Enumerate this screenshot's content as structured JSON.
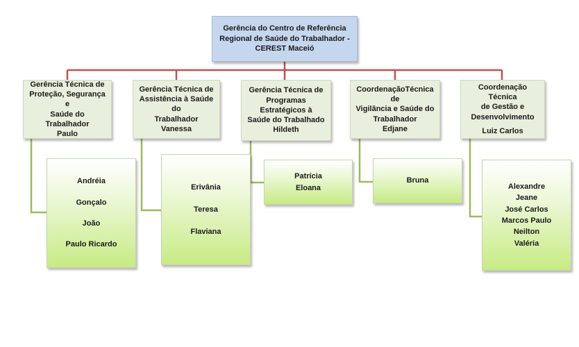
{
  "root": {
    "lines": [
      "Gerência  do  Centro de Referência",
      "Regional de Saúde do Trabalhador -",
      "CEREST Maceió"
    ]
  },
  "units": [
    {
      "title_lines": [
        "Gerência Técnica de",
        "Proteção, Segurança e",
        "Saúde do Trabalhador"
      ],
      "head": "Paulo",
      "members": [
        "Andréia",
        "Gonçalo",
        "João",
        "Paulo Ricardo"
      ]
    },
    {
      "title_lines": [
        "Gerência Técnica  de",
        "Assistência à Saúde do",
        "Trabalhador"
      ],
      "head": "Vanessa",
      "members": [
        "Erivânia",
        "Teresa",
        "Flaviana"
      ]
    },
    {
      "title_lines": [
        "Gerência Técnica de",
        "Programas Estratégicos à",
        "Saúde do Trabalhado"
      ],
      "head": "Hildeth",
      "members": [
        "Patrícia",
        "Eloana"
      ]
    },
    {
      "title_lines": [
        "CoordenaçãoTécnica de",
        "Vigilância e Saúde do",
        "Trabalhador"
      ],
      "head": "Edjane",
      "members": [
        "Bruna"
      ]
    },
    {
      "title_lines": [
        "Coordenação Técnica",
        "de Gestão e",
        "Desenvolvimento"
      ],
      "head": "Luiz Carlos",
      "members": [
        "Alexandre",
        "Jeane",
        "José Carlos",
        "Marcos Paulo",
        "Neilton",
        "Valéria"
      ]
    }
  ],
  "colors": {
    "connector_top": "#c0504d",
    "connector_sub": "#9bbb59",
    "root_fill": "#c5d7ee",
    "unit_fill": "#e8efdc",
    "team_fill_bottom": "#c7eb84"
  }
}
